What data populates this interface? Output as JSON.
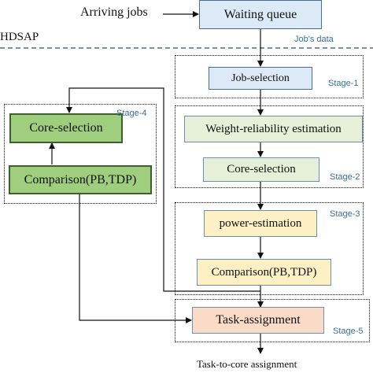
{
  "arriving_jobs": "Arriving jobs",
  "waiting_queue": "Waiting queue",
  "hdsap": "HDSAP",
  "jobs_data": "Job's data",
  "job_selection": "Job-selection",
  "stage1": "Stage-1",
  "weight_reliability": "Weight-reliability estimation",
  "core_selection_2": "Core-selection",
  "stage2": "Stage-2",
  "power_estimation": "power-estimation",
  "comparison_3": "Comparison(PB,TDP)",
  "stage3": "Stage-3",
  "core_selection_4": "Core-selection",
  "comparison_4": "Comparison(PB,TDP)",
  "stage4": "Stage-4",
  "task_assignment": "Task-assignment",
  "stage5": "Stage-5",
  "task_to_core": "Task-to-core assignment",
  "colors": {
    "blue_box": "#dce9f6",
    "light_green_box": "#e6f0d8",
    "green_box": "#9fcf7e",
    "yellow_box": "#fdf0c4",
    "pink_box": "#fadbc8",
    "stage_label": "#3a6f9a"
  }
}
